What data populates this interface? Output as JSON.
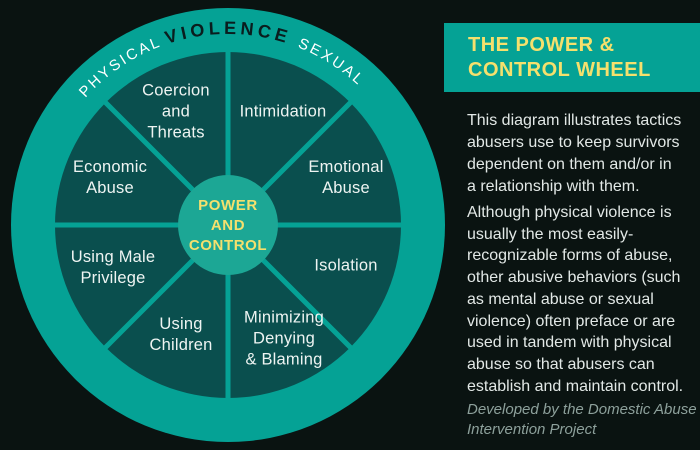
{
  "wheel": {
    "ring_labels": {
      "top": "VIOLENCE",
      "left": "PHYSICAL",
      "right": "SEXUAL"
    },
    "center_label": "POWER\nAND\nCONTROL",
    "segments": [
      {
        "id": "coercion-threats",
        "label": "Coercion\nand\nThreats"
      },
      {
        "id": "intimidation",
        "label": "Intimidation"
      },
      {
        "id": "emotional-abuse",
        "label": "Emotional\nAbuse"
      },
      {
        "id": "isolation",
        "label": "Isolation"
      },
      {
        "id": "minimizing-denying-blaming",
        "label": "Minimizing\nDenying\n& Blaming"
      },
      {
        "id": "using-children",
        "label": "Using\nChildren"
      },
      {
        "id": "using-male-privilege",
        "label": "Using Male\nPrivilege"
      },
      {
        "id": "economic-abuse",
        "label": "Economic\nAbuse"
      }
    ]
  },
  "panel": {
    "title": "THE POWER &\nCONTROL WHEEL",
    "paragraph1": "This diagram illustrates tactics\nabusers use to keep survivors\ndependent on them and/or in\na relationship with them.",
    "paragraph2": "Although physical violence is\nusually the most easily-\nrecognizable forms of abuse,\nother abusive behaviors (such\nas mental abuse or sexual\nviolence) often preface or are\nused in tandem with physical\nabuse so that abusers can\nestablish and maintain control.",
    "credit": "Developed by the Domestic Abuse\nIntervention Project"
  },
  "colors": {
    "background": "#0a1311",
    "wheel_teal": "#05a295",
    "wheel_center_teal": "#1ca795",
    "segment_dark": "#0a4f4e",
    "accent_yellow": "#f5e06d",
    "violence_text": "#0a1d1e",
    "body_text": "#e2e8e6",
    "credit_text": "#8da09b"
  }
}
